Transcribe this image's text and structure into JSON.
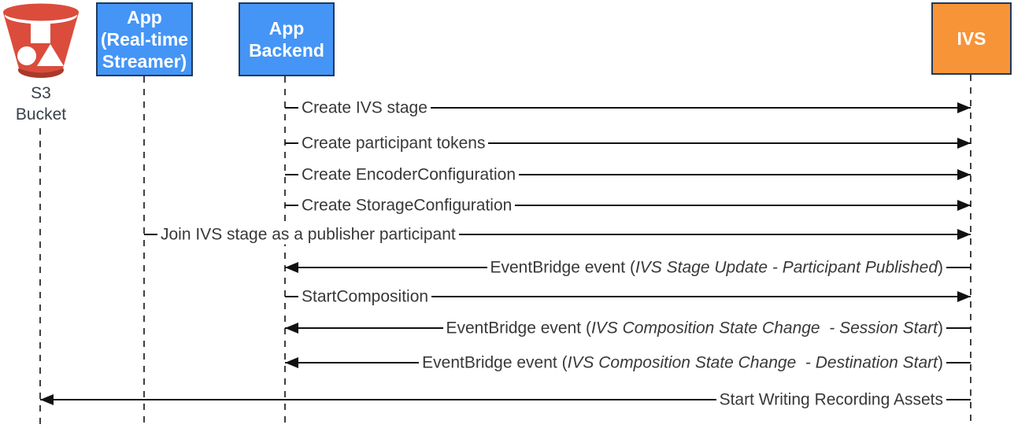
{
  "diagram_type": "sequence",
  "participants": [
    {
      "id": "s3-bucket",
      "label_lines": [
        "S3",
        "Bucket"
      ],
      "icon": "s3-bucket-icon"
    },
    {
      "id": "app-realtime-streamer",
      "label_lines": [
        "App",
        "(Real-time",
        "Streamer)"
      ]
    },
    {
      "id": "app-backend",
      "label_lines": [
        "App",
        "Backend"
      ]
    },
    {
      "id": "ivs",
      "label_lines": [
        "IVS"
      ]
    }
  ],
  "messages": [
    {
      "from": "app-backend",
      "to": "ivs",
      "pre": "Create IVS stage",
      "italic": "",
      "post": ""
    },
    {
      "from": "app-backend",
      "to": "ivs",
      "pre": "Create participant tokens",
      "italic": "",
      "post": ""
    },
    {
      "from": "app-backend",
      "to": "ivs",
      "pre": "Create EncoderConfiguration",
      "italic": "",
      "post": ""
    },
    {
      "from": "app-backend",
      "to": "ivs",
      "pre": "Create StorageConfiguration",
      "italic": "",
      "post": ""
    },
    {
      "from": "app-realtime-streamer",
      "to": "ivs",
      "pre": "Join IVS stage as a publisher participant",
      "italic": "",
      "post": ""
    },
    {
      "from": "ivs",
      "to": "app-backend",
      "pre": "EventBridge event (",
      "italic": "IVS Stage Update - Participant Published",
      "post": ")"
    },
    {
      "from": "app-backend",
      "to": "ivs",
      "pre": "StartComposition",
      "italic": "",
      "post": ""
    },
    {
      "from": "ivs",
      "to": "app-backend",
      "pre": "EventBridge event (",
      "italic": "IVS Composition State Change  - Session Start",
      "post": ")"
    },
    {
      "from": "ivs",
      "to": "app-backend",
      "pre": "EventBridge event (",
      "italic": "IVS Composition State Change  - Destination Start",
      "post": ")"
    },
    {
      "from": "ivs",
      "to": "s3-bucket",
      "pre": "Start Writing Recording Assets",
      "italic": "",
      "post": ""
    }
  ],
  "colors": {
    "box_blue": "#4495F6",
    "box_orange": "#F79437",
    "box_border": "#1B3A60",
    "bucket_red": "#DB4C3C",
    "bucket_dark_red": "#A83A2B",
    "arrow_black": "#111111",
    "label_text": "#383838"
  }
}
